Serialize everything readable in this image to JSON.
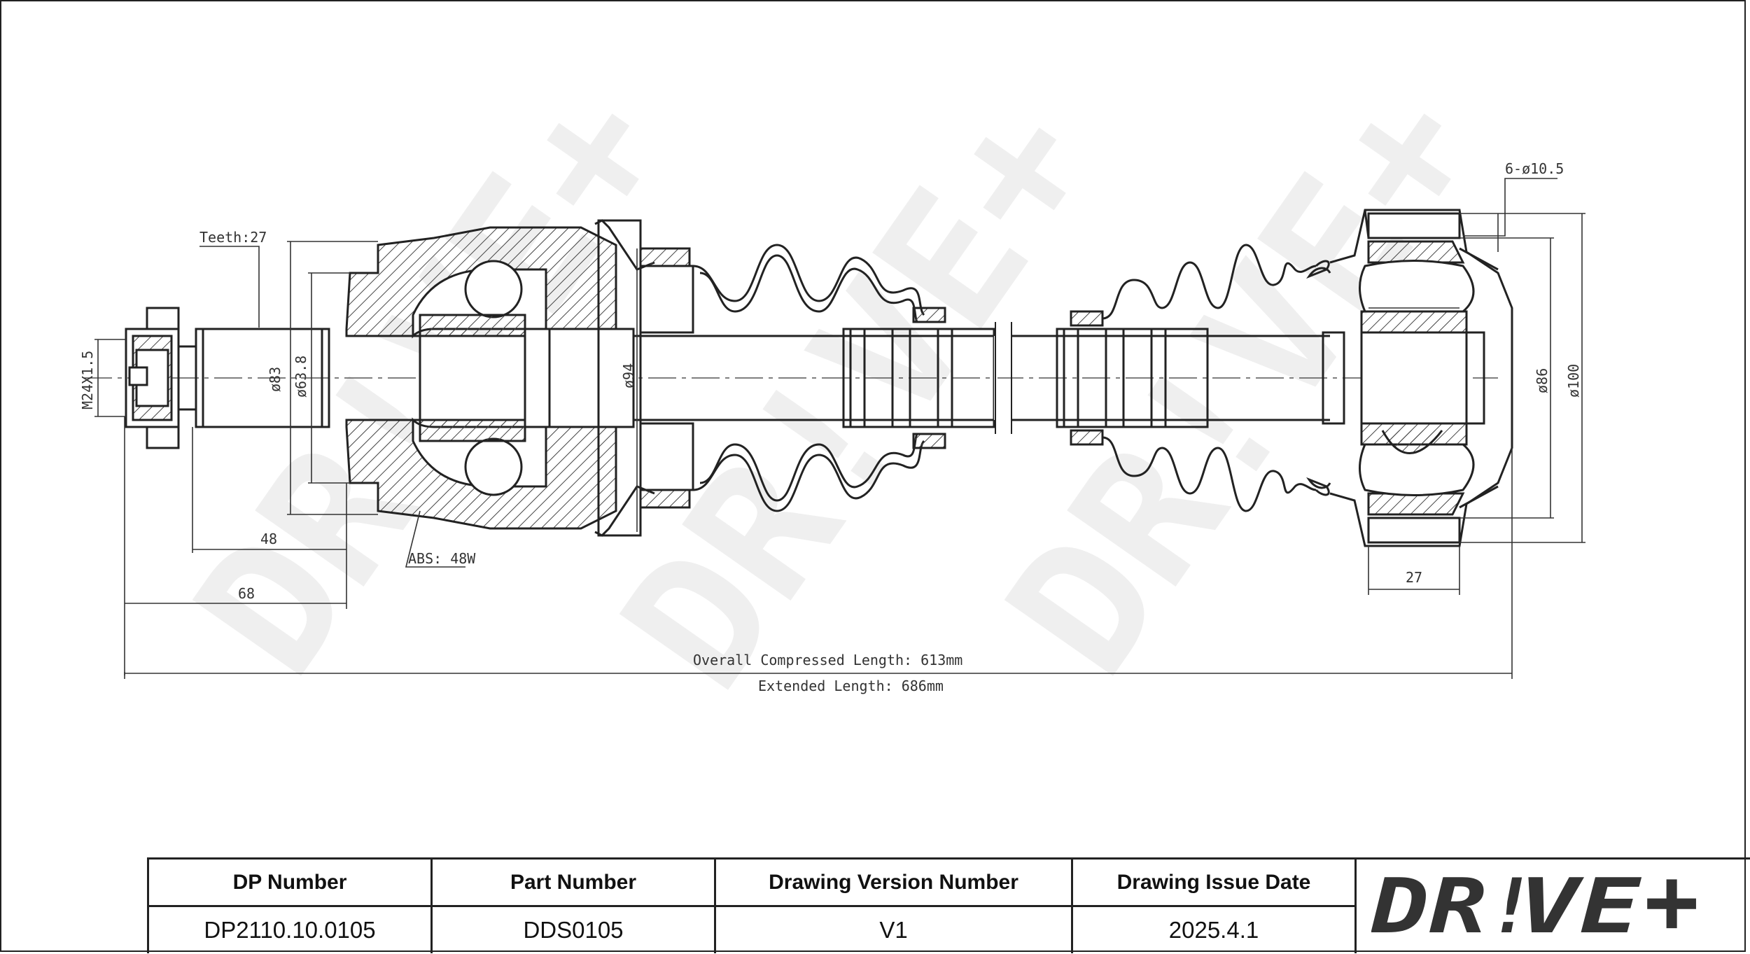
{
  "drawing": {
    "labels": {
      "teeth": "Teeth:27",
      "thread": "M24X1.5",
      "d83": "ø83",
      "d63_8": "ø63.8",
      "d94": "ø94",
      "abs": "ABS: 48W",
      "dim48": "48",
      "dim68": "68",
      "holes": "6-ø10.5",
      "d86": "ø86",
      "d100": "ø100",
      "dim27": "27",
      "overall": "Overall  Compressed  Length: 613mm",
      "extended": "Extended  Length: 686mm"
    },
    "watermark": "DR!VE+"
  },
  "title_block": {
    "headers": [
      "DP Number",
      "Part Number",
      "Drawing Version Number",
      "Drawing Issue Date"
    ],
    "values": [
      "DP2110.10.0105",
      "DDS0105",
      "V1",
      "2025.4.1"
    ]
  },
  "logo": {
    "text_main": "DR",
    "text_bang": "!",
    "text_ve": "VE",
    "text_plus": "+",
    "color": "#f26522"
  }
}
